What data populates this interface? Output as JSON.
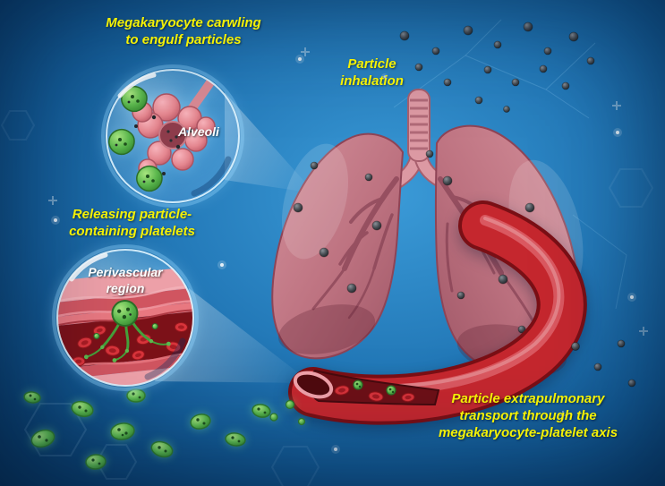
{
  "labels": {
    "megakaryocyte": {
      "line1": "Megakaryocyte carwling",
      "line2": "to engulf particles"
    },
    "inhalation": {
      "line1": "Particle",
      "line2": "inhalation"
    },
    "releasing": {
      "line1": "Releasing particle-",
      "line2": "containing platelets"
    },
    "alveoli": "Alveoli",
    "perivascular": {
      "line1": "Perivascular",
      "line2": "region"
    },
    "transport": {
      "line1": "Particle extrapulmonary",
      "line2": "transport through the",
      "line3": "megakaryocyte-platelet axis"
    }
  },
  "colors": {
    "background_light": "#3b9bd8",
    "background_dark": "#0a3560",
    "label_yellow": "#f4f106",
    "label_white": "#ffffff",
    "lung_pink": "#bd7280",
    "vessel_red": "#c5272e",
    "platelet_green": "#5cb84e",
    "particle_gray": "#3c4147"
  }
}
